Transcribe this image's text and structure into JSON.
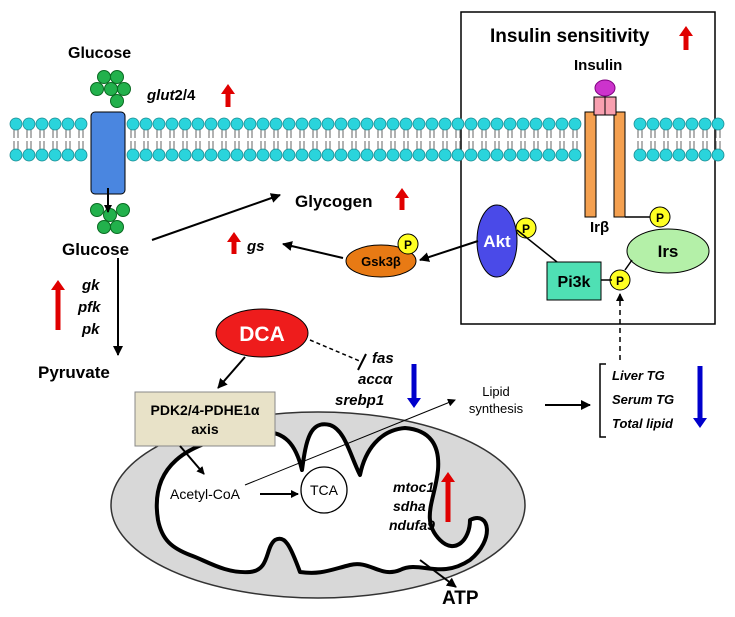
{
  "inset": {
    "title": "Insulin sensitivity",
    "insulin_label": "Insulin",
    "receptor_label": "Irβ"
  },
  "nodes": {
    "glucose_out": "Glucose",
    "glucose_in": "Glucose",
    "glut": {
      "gene": "glut",
      "suffix": "2/4"
    },
    "glycogen": "Glycogen",
    "gs": "gs",
    "gsk3b": "Gsk3β",
    "akt": "Akt",
    "pi3k": "Pi3k",
    "irs": "Irs",
    "phospho": "P",
    "glycolysis_genes": [
      "gk",
      "pfk",
      "pk"
    ],
    "pyruvate": "Pyruvate",
    "dca": "DCA",
    "lipogenic_genes": [
      "fas",
      "accα",
      "srebp1"
    ],
    "lipid_synthesis": [
      "Lipid",
      "synthesis"
    ],
    "lipid_outcomes": [
      "Liver TG",
      "Serum TG",
      "Total lipid"
    ],
    "pdk_axis": [
      "PDK2/4-PDHE1α",
      "axis"
    ],
    "acetyl_coa": "Acetyl-CoA",
    "tca": "TCA",
    "mito_genes": [
      "mtoc1",
      "sdha",
      "ndufa9"
    ],
    "atp": "ATP"
  },
  "colors": {
    "up": "#e00000",
    "down": "#0000cc",
    "membrane_head": "#2ad4dc",
    "glucose": "#22b14c",
    "dca": "#ee1c1c",
    "akt": "#4a4ae8",
    "pi3k": "#4fe0b4",
    "irs": "#b4f0a8",
    "gsk": "#e87a14",
    "receptor": "#f4a050",
    "phospho": "#ffff22",
    "transporter": "#4a86e0",
    "axis_box": "#e8e2c8",
    "mito": "#d8d8d8",
    "insulin": "#cc33cc"
  }
}
